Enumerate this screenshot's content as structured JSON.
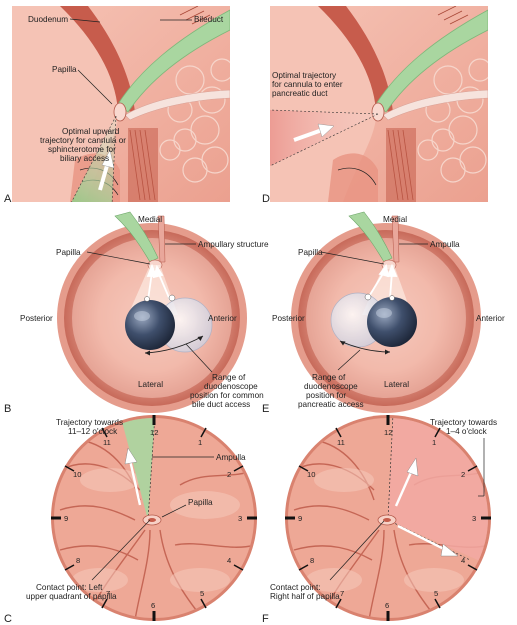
{
  "panels": {
    "A": {
      "letter": "A",
      "labels": {
        "duodenum": "Duodenum",
        "bileduct": "Bileduct",
        "papilla": "Papilla",
        "trajectory": [
          "Optimal upward",
          "trajectory for cannula or",
          "sphincterotome for",
          "biliary access"
        ]
      }
    },
    "D": {
      "letter": "D",
      "labels": {
        "trajectory": [
          "Optimal trajectory",
          "for cannula to enter",
          "pancreatic duct"
        ]
      }
    },
    "B": {
      "letter": "B",
      "labels": {
        "medial": "Medial",
        "papilla": "Papilla",
        "structure": "Ampullary structure",
        "posterior": "Posterior",
        "anterior": "Anterior",
        "lateral": "Lateral",
        "range": [
          "Range of",
          "duodenoscope",
          "position for common",
          "bile duct access"
        ]
      }
    },
    "E": {
      "letter": "E",
      "labels": {
        "medial": "Medial",
        "papilla": "Papilla",
        "structure": "Ampulla",
        "posterior": "Posterior",
        "anterior": "Anterior",
        "lateral": "Lateral",
        "range": [
          "Range of",
          "duodenoscope",
          "position for",
          "pancreatic access"
        ]
      }
    },
    "C": {
      "letter": "C",
      "labels": {
        "trajectory": [
          "Trajectory towards",
          "11–12 o'clock"
        ],
        "ampulla": "Ampulla",
        "papilla": "Papilla",
        "contact": [
          "Contact point: Left",
          "upper quadrant of papilla"
        ]
      }
    },
    "F": {
      "letter": "F",
      "labels": {
        "trajectory": [
          "Trajectory towards",
          "1–4 o'clock"
        ],
        "contact": [
          "Contact point:",
          "Right half of papilla"
        ]
      }
    }
  },
  "clock_numbers": [
    "12",
    "1",
    "2",
    "3",
    "4",
    "5",
    "6",
    "7",
    "8",
    "9",
    "10",
    "11"
  ],
  "colors": {
    "tissue": "#f1b3a4",
    "tissue_dark": "#d9826f",
    "tissue_light": "#f8d3c8",
    "bile_green": "#a9d6a0",
    "pancreatic_pink": "#f2a9a3",
    "muscle": "#b6584a",
    "scope_dark": "#2f3e57"
  }
}
